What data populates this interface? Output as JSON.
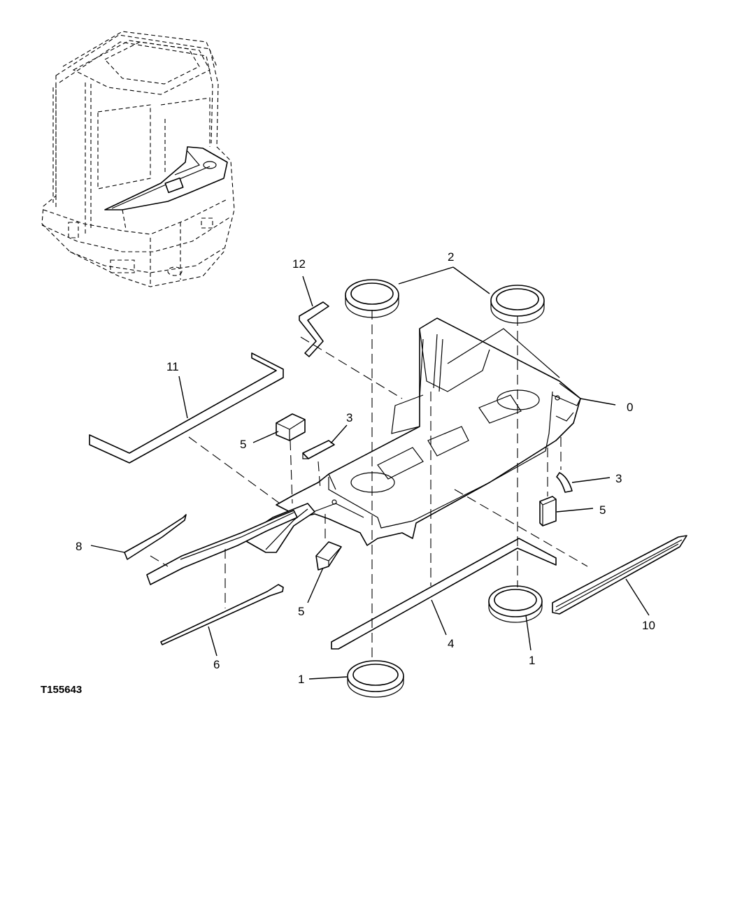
{
  "figure": {
    "id": "T155643",
    "callouts": {
      "c0": "0",
      "c1a": "1",
      "c1b": "1",
      "c2": "2",
      "c3a": "3",
      "c3b": "3",
      "c4": "4",
      "c5a": "5",
      "c5b": "5",
      "c5c": "5",
      "c6": "6",
      "c8": "8",
      "c10": "10",
      "c11": "11",
      "c12": "12"
    }
  }
}
